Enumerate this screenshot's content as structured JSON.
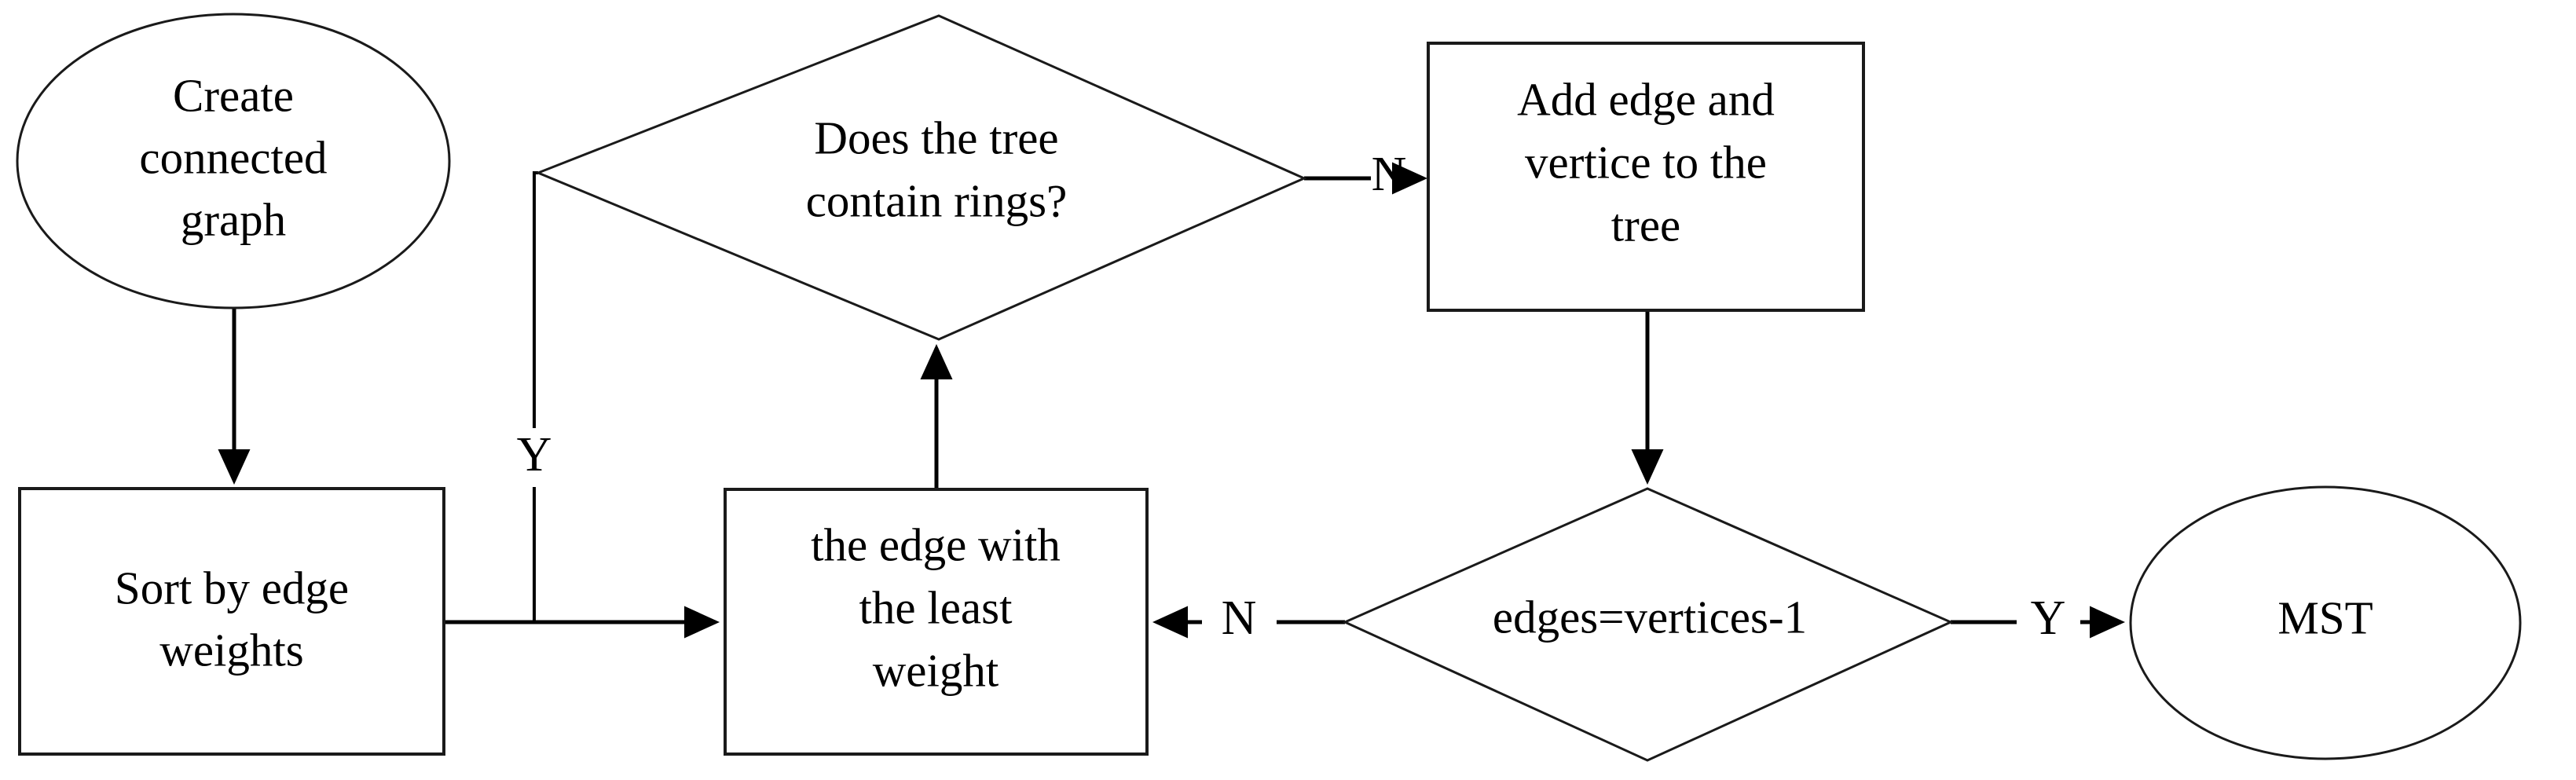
{
  "diagram": {
    "title": "Minimum Spanning Tree (MST) algorithm flowchart",
    "colors": {
      "background": "#ffffff",
      "stroke": "#1a1a1a",
      "connector": "#000000",
      "text": "#000000"
    },
    "nodes": {
      "create_graph": {
        "shape": "ellipse",
        "lines": [
          "Create",
          "connected",
          "graph"
        ]
      },
      "sort_edges": {
        "shape": "rectangle",
        "lines": [
          "Sort by edge",
          "weights"
        ]
      },
      "least_weight": {
        "shape": "rectangle",
        "lines": [
          "the edge with",
          "the least",
          "weight"
        ]
      },
      "contains_rings": {
        "shape": "diamond",
        "lines": [
          "Does the tree",
          "contain rings?"
        ]
      },
      "add_edge": {
        "shape": "rectangle",
        "lines": [
          "Add edge and",
          "vertice to the",
          "tree"
        ]
      },
      "edges_check": {
        "shape": "diamond",
        "lines": [
          "edges=vertices-1"
        ]
      },
      "mst": {
        "shape": "ellipse",
        "lines": [
          "MST"
        ]
      }
    },
    "edge_labels": {
      "rings_no": "N",
      "rings_yes": "Y",
      "edges_no": "N",
      "edges_yes": "Y"
    }
  }
}
